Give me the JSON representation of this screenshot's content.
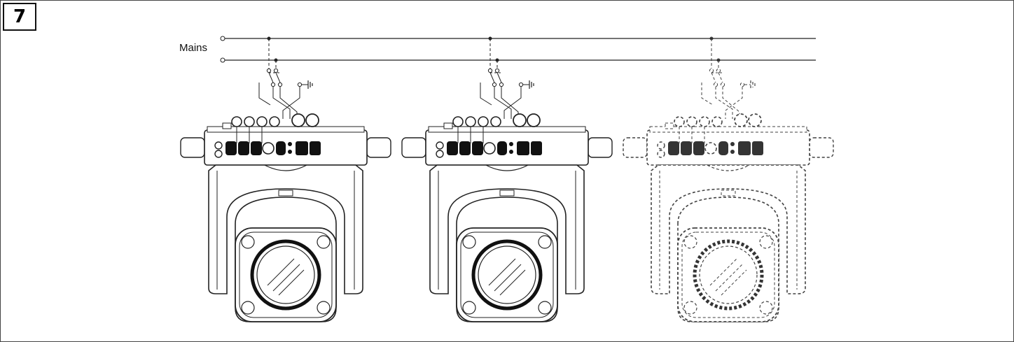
{
  "figure": {
    "number": "7"
  },
  "mains_label": "Mains",
  "units": [
    {
      "id": "unit-1",
      "state": "connected"
    },
    {
      "id": "unit-2",
      "state": "connected"
    },
    {
      "id": "unit-3",
      "state": "disconnected"
    }
  ]
}
